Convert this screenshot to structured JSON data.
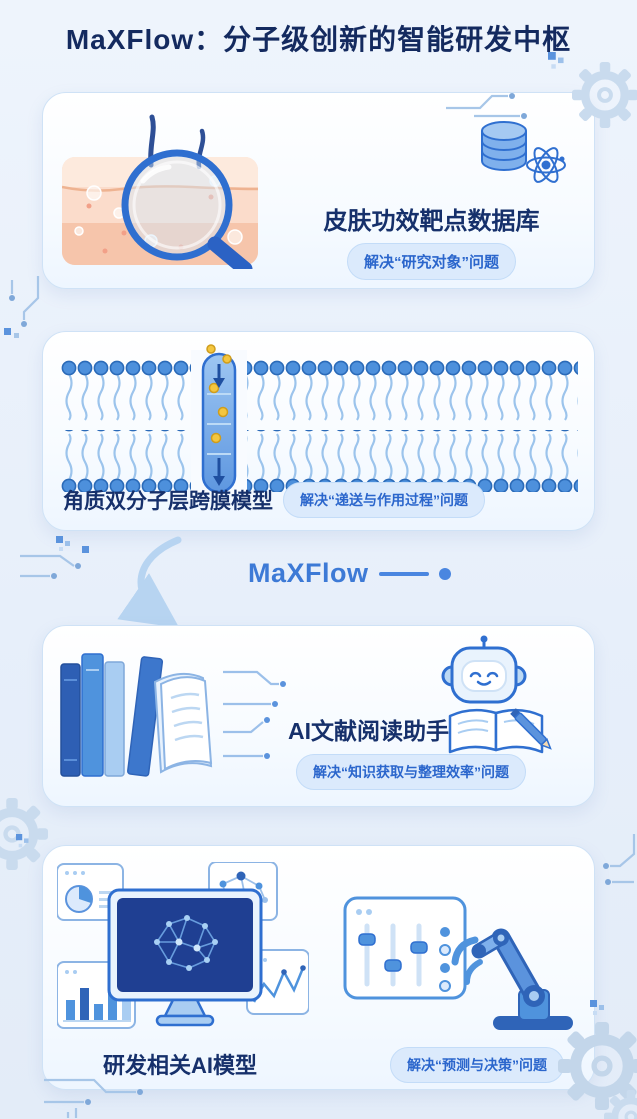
{
  "page": {
    "title": "MaXFlow：分子级创新的智能研发中枢"
  },
  "connector": {
    "label": "MaXFlow"
  },
  "cards": [
    {
      "id": "skin-target-database",
      "title": "皮肤功效靶点数据库",
      "badge": "解决“研究对象”问题"
    },
    {
      "id": "bilayer-transmembrane-model",
      "title": "角质双分子层跨膜模型",
      "badge": "解决“递送与作用过程”问题"
    },
    {
      "id": "ai-literature-assistant",
      "title": "AI文献阅读助手",
      "badge": "解决“知识获取与整理效率”问题"
    },
    {
      "id": "rd-ai-models",
      "title": "研发相关AI模型",
      "badge": "解决“预测与决策”问题"
    }
  ],
  "colors": {
    "background": "#e9f0fa",
    "accent_blue": "#2f6fd0",
    "title_navy": "#142a5f",
    "badge_bg": "#dbeafc",
    "badge_text": "#2b66cc",
    "hub_blue": "#3d7ad6",
    "deco_blue": "#c9dbee"
  },
  "icons": [
    "magnifier-icon",
    "database-icon",
    "atom-icon",
    "membrane-channel-illustration",
    "books-illustration",
    "circuit-lines-icon",
    "robot-icon",
    "open-book-pencil-icon",
    "monitor-ai-illustration",
    "robot-arm-icon",
    "gear-icon",
    "pixel-cluster-icon",
    "curved-arrow-icon"
  ]
}
